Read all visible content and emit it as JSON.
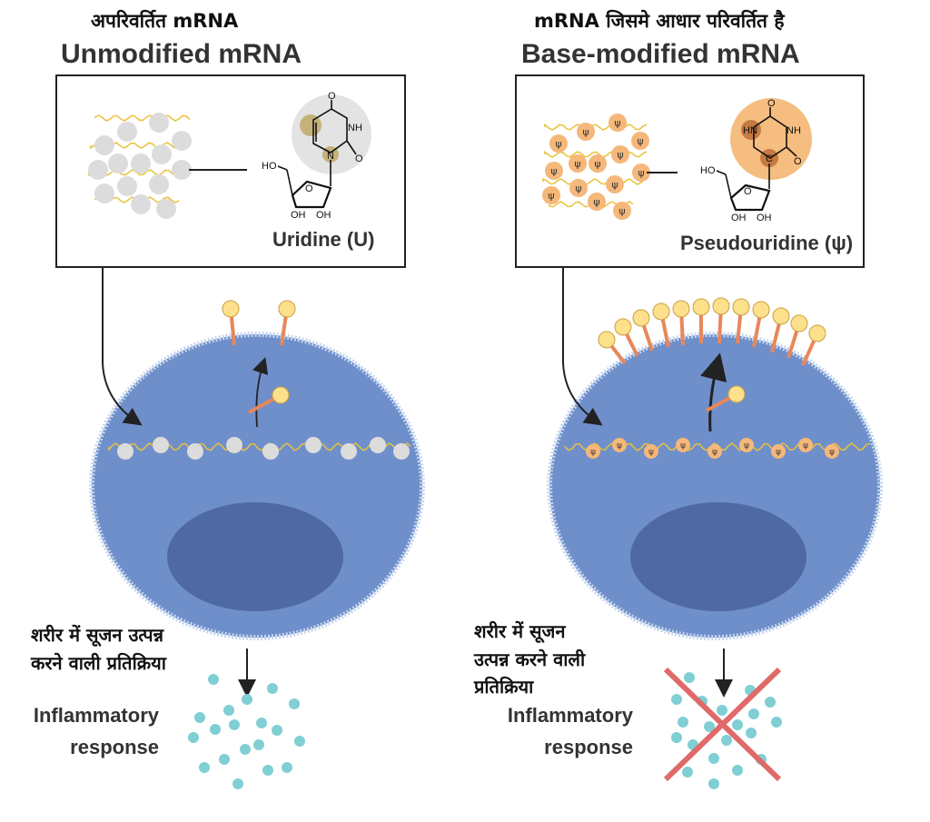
{
  "left": {
    "title_hindi": "अपरिवर्तित mRNA",
    "title_english": "Unmodified mRNA",
    "molecule_label": "Uridine (U)",
    "chem_labels": {
      "o_top": "O",
      "nh": "NH",
      "n": "N",
      "o_right": "O",
      "ho": "HO",
      "o_ring": "O",
      "oh1": "OH",
      "oh2": "OH"
    },
    "response_hindi": [
      "शरीर में सूजन उत्पन्न",
      "करने वाली प्रतिक्रिया"
    ],
    "response_english": [
      "Inflammatory",
      "response"
    ]
  },
  "right": {
    "title_hindi": "mRNA जिसमे आधार परिवर्तित है",
    "title_english": "Base-modified mRNA",
    "molecule_label": "Pseudouridine (ψ)",
    "chem_labels": {
      "o_top": "O",
      "hn": "HN",
      "nh": "NH",
      "c": "C",
      "o_right": "O",
      "ho": "HO",
      "o_ring": "O",
      "oh1": "OH",
      "oh2": "OH"
    },
    "psi_symbol": "ψ",
    "response_hindi": [
      "शरीर में सूजन",
      "उत्पन्न करने वाली",
      "प्रतिक्रिया"
    ],
    "response_english": [
      "Inflammatory",
      "response"
    ]
  },
  "colors": {
    "cell": "#6f8fcb",
    "nucleus": "#4f6aa3",
    "unmodified_base": "#dcdcdc",
    "modified_base": "#f5b77a",
    "lipid_head": "#fde08c",
    "lipid_tail": "#e8875a",
    "cytokine": "#7fcfd4",
    "cross": "#e06a6a",
    "mrna": "#e8c23a"
  }
}
